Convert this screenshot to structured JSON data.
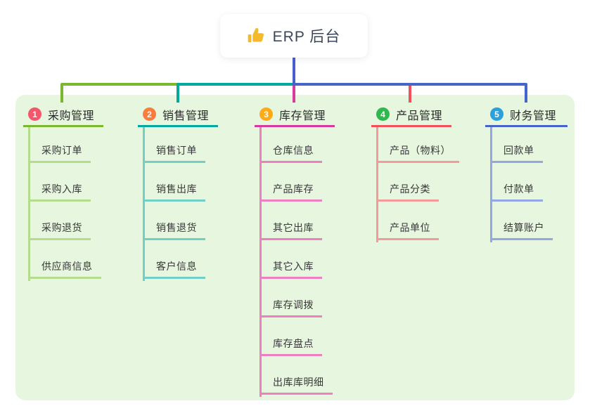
{
  "root": {
    "title": "ERP 后台",
    "icon": "thumbs-up-icon"
  },
  "colors": {
    "panel_bg": "#e7f6df",
    "root_line": "#4a5fce",
    "thumb_icon": "#f5b92c"
  },
  "branches": [
    {
      "index": "1",
      "label": "采购管理",
      "color": "#7ab82e",
      "badge_color": "#f4566c",
      "child_color": "#b5dc8e",
      "children": [
        "采购订单",
        "采购入库",
        "采购退货",
        "供应商信息"
      ]
    },
    {
      "index": "2",
      "label": "销售管理",
      "color": "#00a89d",
      "badge_color": "#fb7d3d",
      "child_color": "#72cfc5",
      "children": [
        "销售订单",
        "销售出库",
        "销售退货",
        "客户信息"
      ]
    },
    {
      "index": "3",
      "label": "库存管理",
      "color": "#d8399e",
      "badge_color": "#ffaa17",
      "child_color": "#ee7fc0",
      "children": [
        "仓库信息",
        "产品库存",
        "其它出库",
        "其它入库",
        "库存调拨",
        "库存盘点",
        "出库库明细"
      ]
    },
    {
      "index": "4",
      "label": "产品管理",
      "color": "#f0525a",
      "badge_color": "#2eb84e",
      "child_color": "#f59a9a",
      "children": [
        "产品（物料）",
        "产品分类",
        "产品单位"
      ]
    },
    {
      "index": "5",
      "label": "财务管理",
      "color": "#4565c8",
      "badge_color": "#2aa0dc",
      "child_color": "#93a7e4",
      "children": [
        "回款单",
        "付款单",
        "结算账户"
      ]
    }
  ]
}
